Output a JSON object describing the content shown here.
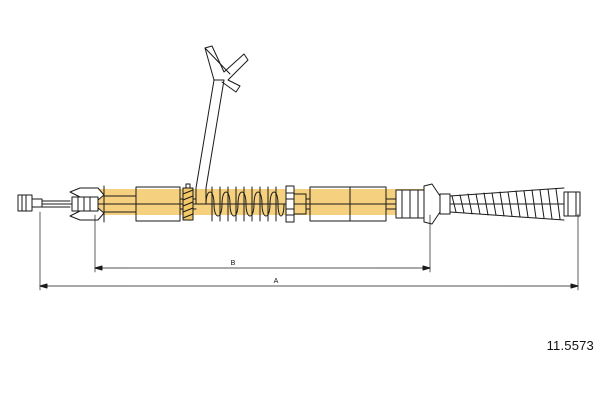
{
  "diagram": {
    "part_number": "11.5573",
    "dimension_labels": {
      "b": "B",
      "a": "A"
    },
    "colors": {
      "line": "#1a1a1a",
      "highlight": "#f3c869",
      "background": "#ffffff"
    }
  }
}
